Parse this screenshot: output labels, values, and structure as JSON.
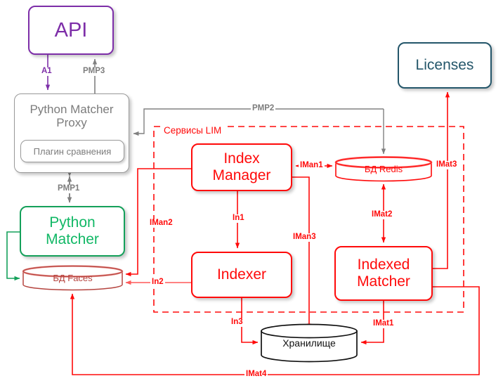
{
  "diagram": {
    "title": "LIM services architecture diagram",
    "group_label": "Сервисы LIM",
    "colors": {
      "api": "#7D2EA8",
      "proxy": "#7c7c7c",
      "python_matcher": "#12B866",
      "licenses": "#24566A",
      "lim_red": "#FF0A0A",
      "faces_db": "#B5443F",
      "storage": "#111111",
      "background": "#FFFFFF"
    },
    "nodes": {
      "api": "API",
      "proxy": "Python Matcher\nProxy",
      "proxy_line1": "Python Matcher",
      "proxy_line2": "Proxy",
      "plugin": "Плагин сравнения",
      "python_matcher_line1": "Python",
      "python_matcher_line2": "Matcher",
      "licenses": "Licenses",
      "index_manager_line1": "Index",
      "index_manager_line2": "Manager",
      "indexer": "Indexer",
      "indexed_matcher_line1": "Indexed",
      "indexed_matcher_line2": "Matcher",
      "db_faces": "БД Faces",
      "db_redis": "БД Redis",
      "storage": "Хранилище"
    },
    "edges": {
      "a1": "A1",
      "pmp3": "PMP3",
      "pmp2": "PMP2",
      "pmp1": "PMP1",
      "iman1": "IMan1",
      "iman2": "IMan2",
      "iman3": "IMan3",
      "in1": "In1",
      "in2": "In2",
      "in3": "In3",
      "imat1": "IMat1",
      "imat2": "IMat2",
      "imat3": "IMat3",
      "imat4": "IMat4"
    }
  }
}
